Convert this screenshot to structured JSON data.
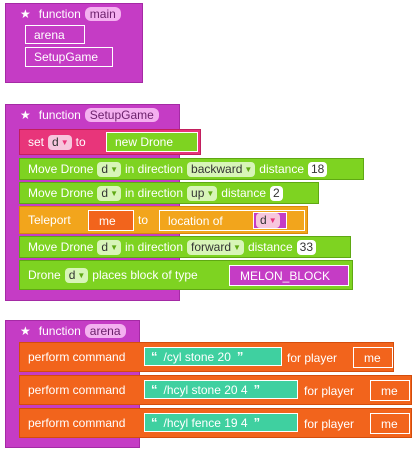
{
  "blocks": {
    "main": {
      "keyword": "function",
      "name": "main",
      "calls": [
        "arena",
        "SetupGame"
      ]
    },
    "setup": {
      "keyword": "function",
      "name": "SetupGame",
      "set": {
        "label": "set",
        "var": "d",
        "to": "to",
        "value": "new Drone"
      },
      "move1": {
        "label": "Move Drone",
        "var": "d",
        "dir_label": "in direction",
        "dir": "backward",
        "dist_label": "distance",
        "dist": "18"
      },
      "move2": {
        "label": "Move Drone",
        "var": "d",
        "dir_label": "in direction",
        "dir": "up",
        "dist_label": "distance",
        "dist": "2"
      },
      "teleport": {
        "label": "Teleport",
        "who": "me",
        "to": "to",
        "loc_label": "location of",
        "loc_var": "d"
      },
      "move3": {
        "label": "Move Drone",
        "var": "d",
        "dir_label": "in direction",
        "dir": "forward",
        "dist_label": "distance",
        "dist": "33"
      },
      "place": {
        "label": "Drone",
        "var": "d",
        "text": "places block of type",
        "block": "MELON_BLOCK"
      }
    },
    "arena": {
      "keyword": "function",
      "name": "arena",
      "commands": [
        {
          "label": "perform command",
          "open_q": "“",
          "cmd": "/cyl stone 20",
          "close_q": "”",
          "player_label": "for player",
          "player": "me"
        },
        {
          "label": "perform command",
          "open_q": "“",
          "cmd": "/hcyl stone 20 4",
          "close_q": "”",
          "player_label": "for player",
          "player": "me"
        },
        {
          "label": "perform command",
          "open_q": "“",
          "cmd": "/hcyl fence 19 4",
          "close_q": "”",
          "player_label": "for player",
          "player": "me"
        }
      ]
    }
  },
  "colors": {
    "function": "#c53cc5",
    "motion": "#7ed321",
    "variable": "#e8357a",
    "teleport": "#f2a51c",
    "command": "#f2641c",
    "string": "#3fd0a0"
  }
}
